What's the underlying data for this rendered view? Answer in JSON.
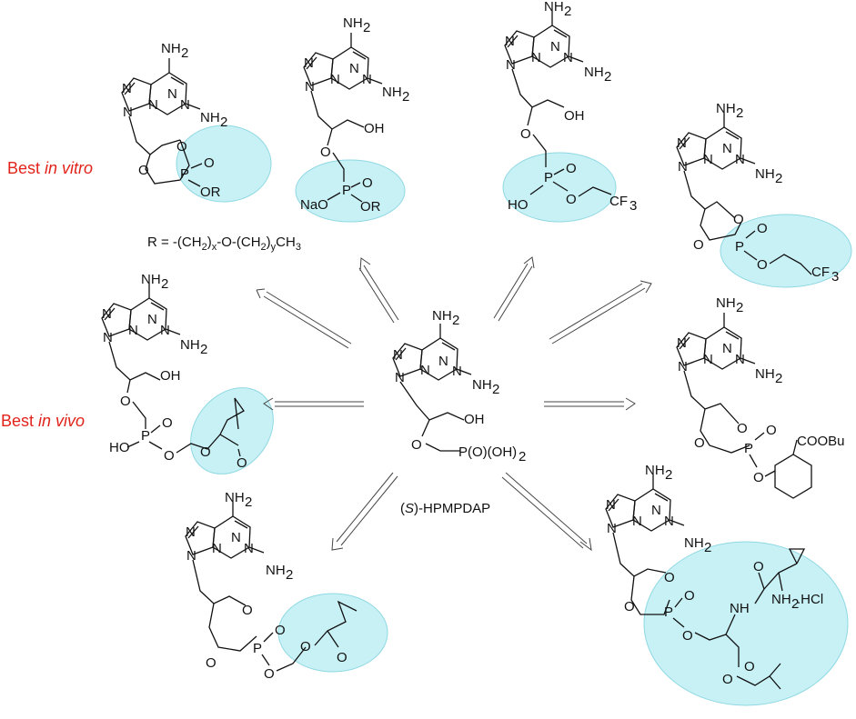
{
  "labels": {
    "best_in_vitro_prefix": "Best ",
    "best_in_vitro_italic": "in vitro",
    "best_in_vivo_prefix": "Best ",
    "best_in_vivo_italic": "in vivo",
    "r_definition": "R = -(CH2)x-O-(CH2)yCH3",
    "center_name_s": "S",
    "center_name_rest": "-HPMPDAP"
  },
  "atoms": {
    "NH2": "NH",
    "sub2": "2",
    "N": "N",
    "O": "O",
    "P": "P",
    "OH": "OH",
    "HO": "HO",
    "OR": "OR",
    "NaO": "NaO",
    "CF3": "CF",
    "sub3": "3",
    "P_O_OH2": "P(O)(OH)",
    "COOBu": "COOBu",
    "NH": "NH",
    "NH2HCl": "NH",
    "HCl_suffix": ".HCl"
  },
  "colors": {
    "highlight": "#c8f1f6",
    "accent_red": "#e2231a"
  }
}
